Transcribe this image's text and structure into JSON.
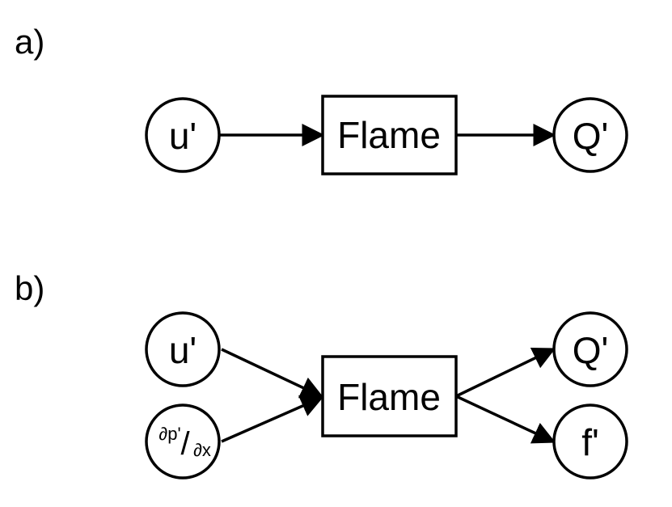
{
  "panels": {
    "a": {
      "label": "a)",
      "input": "u'",
      "process": "Flame",
      "output": "Q'"
    },
    "b": {
      "label": "b)",
      "input_velocity": "u'",
      "input_gradient": {
        "numerator": "∂p'",
        "slash": "/",
        "denominator": "∂x"
      },
      "process": "Flame",
      "output_heat": "Q'",
      "output_force": "f'"
    }
  },
  "colors": {
    "stroke": "#000000",
    "fill": "#ffffff"
  }
}
